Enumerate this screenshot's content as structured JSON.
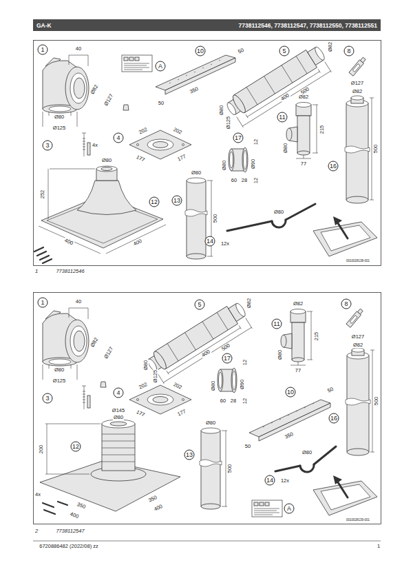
{
  "diagram": {
    "nodes": [
      {
        "text": [
          "GA-K",
          "7738112546, 7738112547, 7738112550, 7738112551"
        ]
      }
    ],
    "labels": [
      "1",
      "40",
      "Ø82",
      "Ø127",
      "Ø80",
      "Ø125",
      "A",
      "10",
      "50",
      "350",
      "50",
      "5",
      "Ø82",
      "Ø125",
      "Ø80",
      "400",
      "500",
      "8",
      "Ø127",
      "Ø82",
      "11",
      "Ø82",
      "Ø80",
      "215",
      "77",
      "16",
      "500",
      "3",
      "4x",
      "4",
      "202",
      "202",
      "177",
      "177",
      "17",
      "12",
      "12",
      "Ø80",
      "Ø90",
      "60",
      "28",
      "Ø80",
      "252",
      "12",
      "13",
      "Ø80",
      "500",
      "400",
      "400",
      "14",
      "12x",
      "Ø80",
      "0010028138-001",
      "1",
      "7738112546",
      "1",
      "40",
      "Ø82",
      "Ø127",
      "Ø80",
      "Ø125",
      "5",
      "Ø82",
      "Ø125",
      "Ø80",
      "400",
      "500",
      "11",
      "Ø82",
      "Ø80",
      "215",
      "77",
      "8",
      "Ø127",
      "Ø82",
      "16",
      "500",
      "3",
      "4",
      "202",
      "202",
      "177",
      "177",
      "17",
      "12",
      "12",
      "Ø80",
      "Ø90",
      "60",
      "28",
      "10",
      "50",
      "350",
      "50",
      "Ø145",
      "Ø80",
      "200",
      "12",
      "400",
      "350",
      "350",
      "400",
      "4x",
      "13",
      "Ø80",
      "500",
      "14",
      "12x",
      "Ø80",
      "A",
      "0010028139-001",
      "2",
      "7738112547",
      "6720886482 (2022/08) zz",
      "1"
    ]
  }
}
